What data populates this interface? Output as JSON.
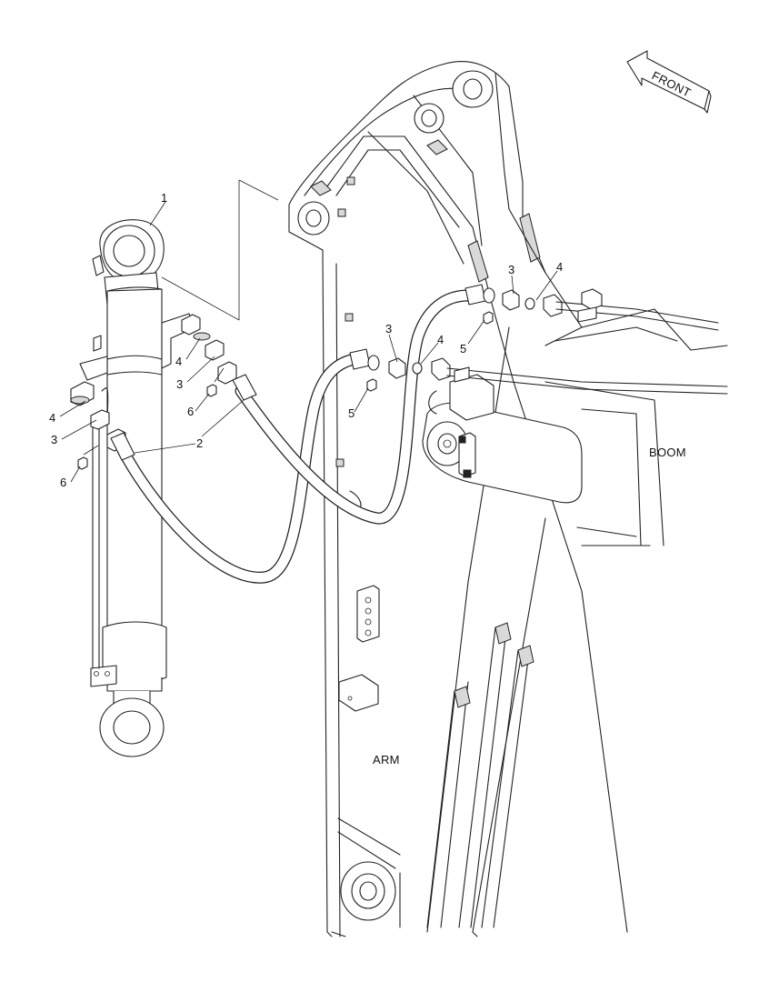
{
  "callouts": [
    {
      "id": "c1",
      "text": "1"
    },
    {
      "id": "c2",
      "text": "2"
    },
    {
      "id": "c3a",
      "text": "3"
    },
    {
      "id": "c3b",
      "text": "3"
    },
    {
      "id": "c3c",
      "text": "3"
    },
    {
      "id": "c3d",
      "text": "3"
    },
    {
      "id": "c4a",
      "text": "4"
    },
    {
      "id": "c4b",
      "text": "4"
    },
    {
      "id": "c4c",
      "text": "4"
    },
    {
      "id": "c4d",
      "text": "4"
    },
    {
      "id": "c5a",
      "text": "5"
    },
    {
      "id": "c5b",
      "text": "5"
    },
    {
      "id": "c6a",
      "text": "6"
    },
    {
      "id": "c6b",
      "text": "6"
    }
  ],
  "regions": {
    "boom": "BOOM",
    "arm": "ARM",
    "front": "FRONT"
  }
}
